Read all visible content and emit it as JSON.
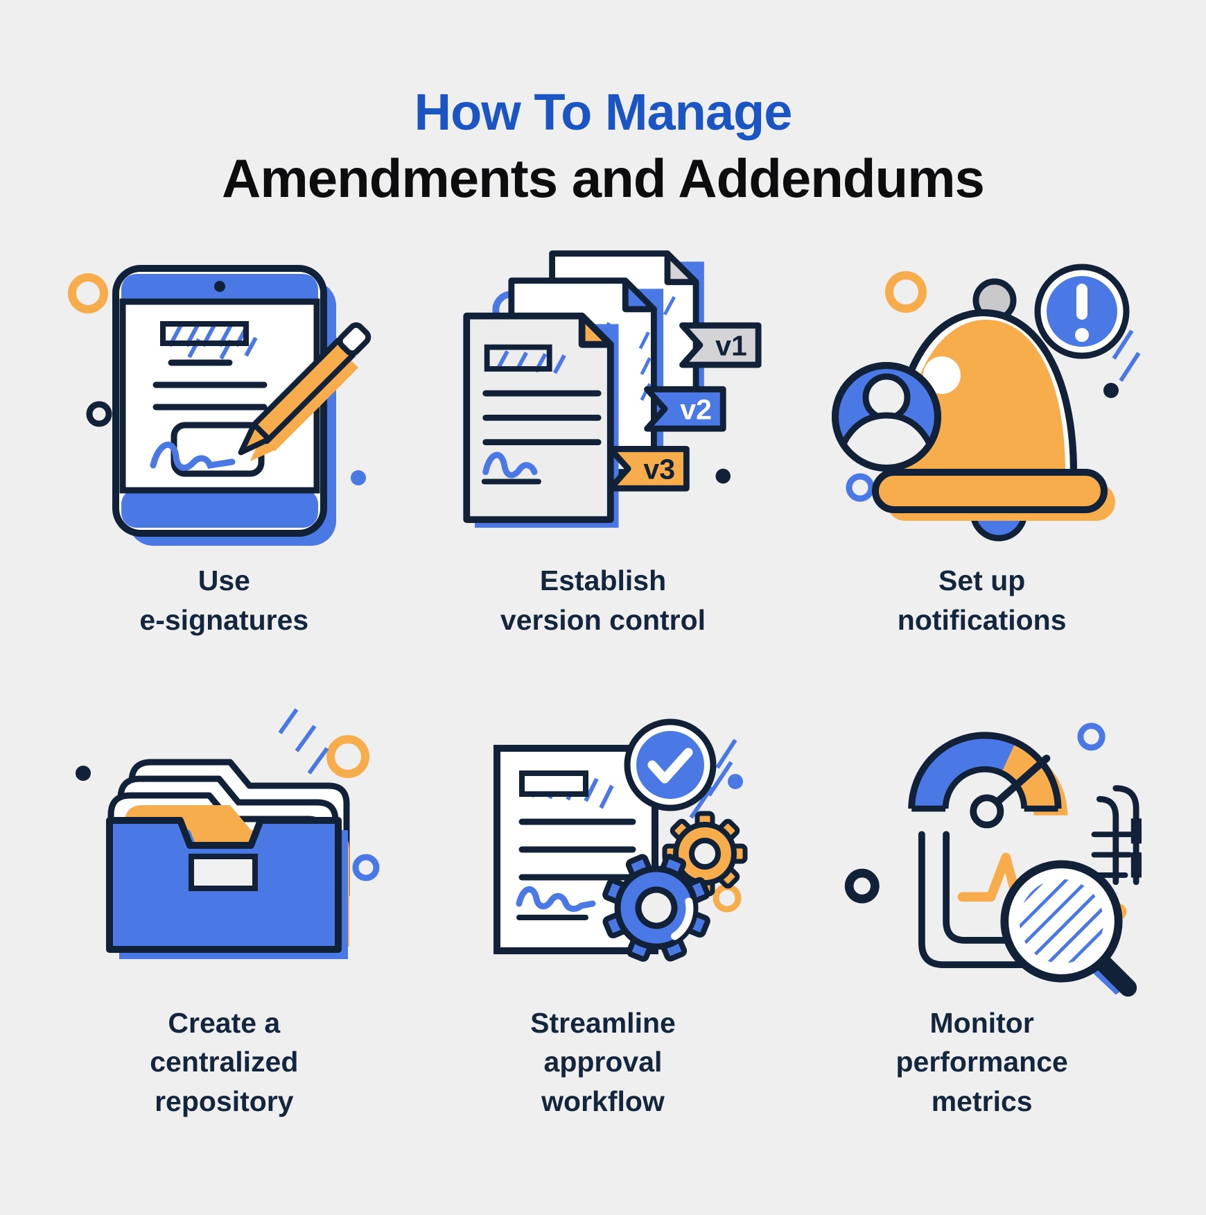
{
  "title": {
    "line1": "How To Manage",
    "line2": "Amendments and Addendums"
  },
  "steps": [
    {
      "id": "use-e-signatures",
      "icon": "esignature-tablet-icon",
      "lines": [
        "Use",
        "e-signatures"
      ]
    },
    {
      "id": "establish-version-control",
      "icon": "version-control-documents-icon",
      "lines": [
        "Establish",
        "version control"
      ],
      "tags": [
        "v1",
        "v2",
        "v3"
      ]
    },
    {
      "id": "set-up-notifications",
      "icon": "notification-bell-icon",
      "lines": [
        "Set up",
        "notifications"
      ]
    },
    {
      "id": "create-centralized-repository",
      "icon": "centralized-repository-icon",
      "lines": [
        "Create a",
        "centralized",
        "repository"
      ]
    },
    {
      "id": "streamline-approval-workflow",
      "icon": "approval-workflow-icon",
      "lines": [
        "Streamline",
        "approval",
        "workflow"
      ]
    },
    {
      "id": "monitor-performance-metrics",
      "icon": "performance-metrics-icon",
      "lines": [
        "Monitor",
        "performance",
        "metrics"
      ]
    }
  ],
  "colors": {
    "background": "#efeff0",
    "title_blue": "#1b55c3",
    "title_black": "#0d0d0f",
    "label_navy": "#14253e",
    "accent_blue": "#4a79e6",
    "accent_orange": "#f8ad4c",
    "outline_navy": "#112138",
    "neutral_gray": "#d4d4d7",
    "white": "#ffffff"
  }
}
